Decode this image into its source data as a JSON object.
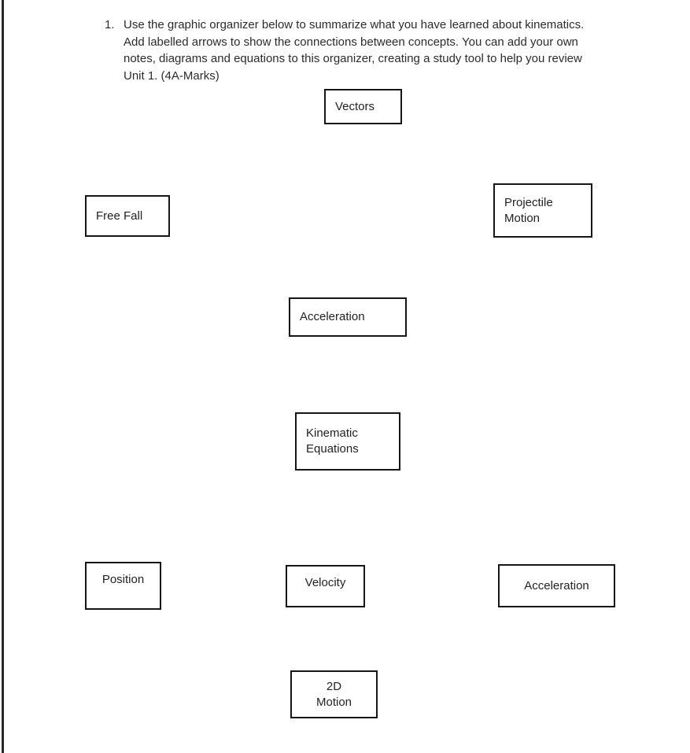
{
  "page": {
    "background": "#ffffff",
    "edge_line_color": "#282828",
    "box_border_color": "#161616",
    "text_color": "#2b2b2b"
  },
  "instructions": {
    "number": "1.",
    "lines": [
      "Use the graphic organizer below to summarize what you have learned about kinematics.",
      "Add labelled arrows to show the connections between concepts. You can add your own",
      "notes, diagrams and equations to this organizer, creating a study tool to help you review",
      "Unit 1. (4A-Marks)"
    ]
  },
  "organizer": {
    "boxes": [
      {
        "id": "vectors",
        "label": "Vectors"
      },
      {
        "id": "free-fall",
        "label": "Free Fall"
      },
      {
        "id": "projectile-motion",
        "label": "Projectile\nMotion"
      },
      {
        "id": "acceleration-center",
        "label": "Acceleration"
      },
      {
        "id": "kinematic-equations",
        "label": "Kinematic\nEquations"
      },
      {
        "id": "position",
        "label": "Position"
      },
      {
        "id": "velocity",
        "label": "Velocity"
      },
      {
        "id": "acceleration-right",
        "label": "Acceleration"
      },
      {
        "id": "2d-motion",
        "label": "2D\nMotion"
      }
    ]
  }
}
